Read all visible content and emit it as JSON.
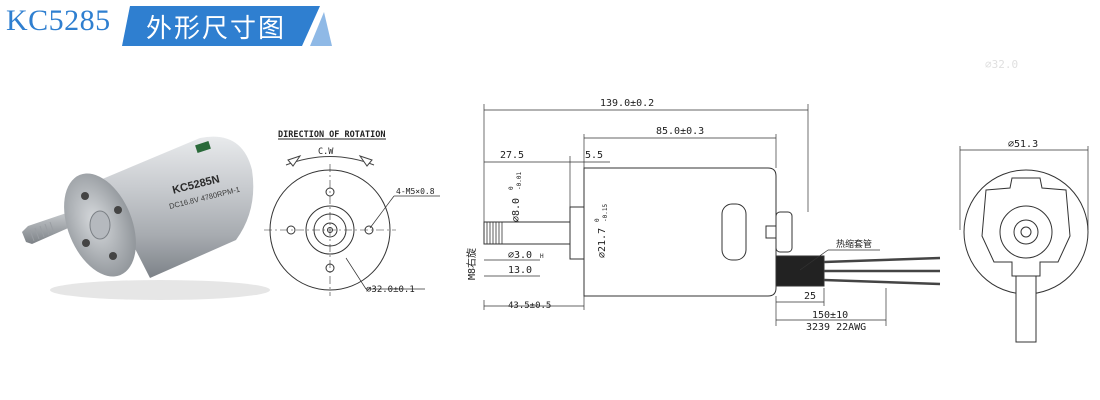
{
  "header": {
    "model": "KC5285",
    "title": "外形尺寸图",
    "accent_color": "#2f7fd0"
  },
  "photo": {
    "label_model": "KC5285N",
    "label_spec": "DC16.8V  4780RPM-1"
  },
  "front_view": {
    "direction_title": "DIRECTION OF ROTATION",
    "rotation": "C.W",
    "holes": "4-M5×0.8",
    "diameter": "⌀32.0±0.1"
  },
  "side_view": {
    "overall_length": "139.0±0.2",
    "body_length": "85.0±0.3",
    "shaft_length": "27.5",
    "boss_length": "5.5",
    "shaft_dia": "⌀8.0",
    "shaft_dia_tol_upper": "0",
    "shaft_dia_tol_lower": "-0.01",
    "boss_dia": "⌀21.7",
    "boss_dia_tol_upper": "0",
    "boss_dia_tol_lower": "-0.15",
    "flat_dia": "⌀3.0",
    "flat_dia_tol": "H",
    "flat_length": "13.0",
    "thread": "M8右旋",
    "mount_dist": "43.5±0.5",
    "sleeve_label": "热缩套管",
    "sleeve_length": "25",
    "lead_length": "150±10",
    "wire_spec": "3239 22AWG"
  },
  "rear_view": {
    "diameter": "⌀51.3"
  },
  "faint_text": "⌀32.0"
}
